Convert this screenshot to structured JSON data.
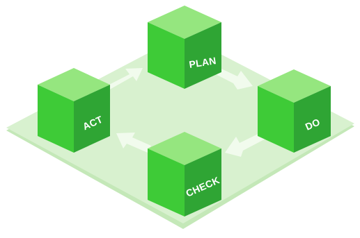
{
  "diagram": {
    "steps": [
      {
        "id": "plan",
        "label": "PLAN"
      },
      {
        "id": "do",
        "label": "DO"
      },
      {
        "id": "check",
        "label": "CHECK"
      },
      {
        "id": "act",
        "label": "ACT"
      }
    ]
  },
  "colors": {
    "platform": "#d8f1cf",
    "platform_edge": "#c4e8b8",
    "cube_top": "#95e67f",
    "cube_left": "#3ecb37",
    "cube_right": "#2fa534",
    "arrow": "#f2fbee"
  }
}
